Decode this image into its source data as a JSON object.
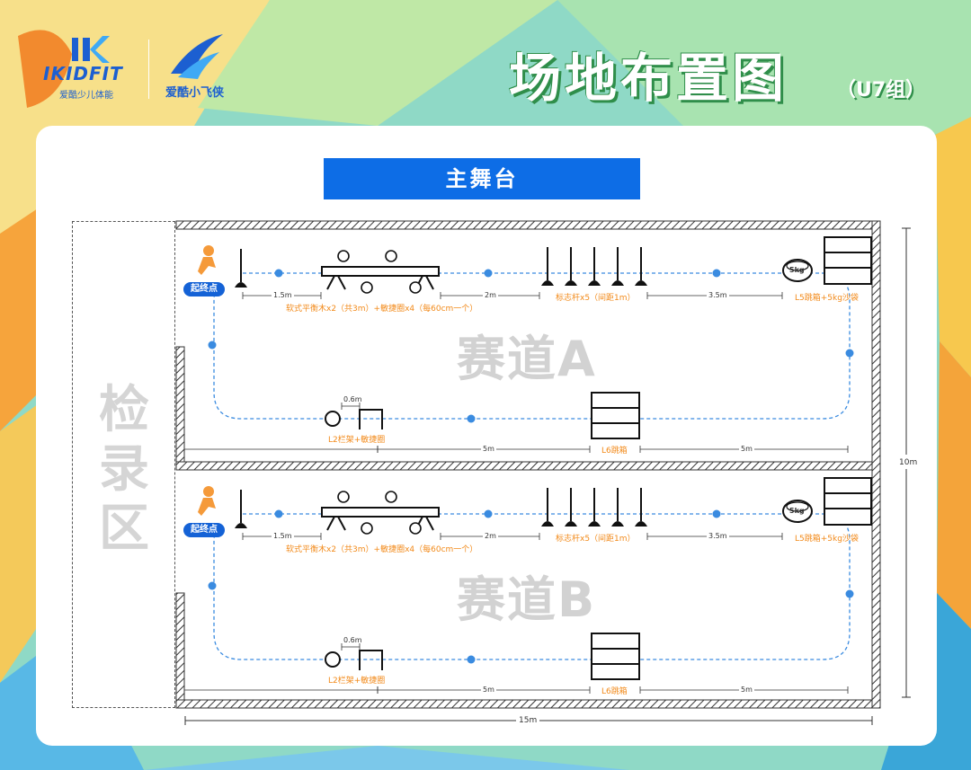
{
  "header": {
    "logo_text": "IKIDFIT",
    "logo_sub": "爱酷少儿体能",
    "logo2_sub": "爱酷小飞侠",
    "title": "场地布置图",
    "subtitle": "（U7组）"
  },
  "stage_label": "主舞台",
  "checkin_label": "检录区",
  "field": {
    "width_label": "15m",
    "height_label": "10m"
  },
  "tracks": [
    {
      "name": "赛道A",
      "start": "起终点",
      "balance_label": "软式平衡木x2（共3m）+敏捷圈x4（每60cm一个）",
      "pole_label": "标志杆x5（间距1m）",
      "box_label": "L5跳箱+5kg沙袋",
      "sandbag": "5kg",
      "hurdle_label": "L2栏架+敏捷圈",
      "box2_label": "L6跳箱",
      "dist_1": "1.5m",
      "dist_2": "2m",
      "dist_3": "3.5m",
      "dist_h": "0.6m",
      "dist_4": "5m",
      "dist_5": "5m"
    },
    {
      "name": "赛道B",
      "start": "起终点",
      "balance_label": "软式平衡木x2（共3m）+敏捷圈x4（每60cm一个）",
      "pole_label": "标志杆x5（间距1m）",
      "box_label": "L5跳箱+5kg沙袋",
      "sandbag": "5kg",
      "hurdle_label": "L2栏架+敏捷圈",
      "box2_label": "L6跳箱",
      "dist_1": "1.5m",
      "dist_2": "2m",
      "dist_3": "3.5m",
      "dist_h": "0.6m",
      "dist_4": "5m",
      "dist_5": "5m"
    }
  ],
  "colors": {
    "accent": "#0d6de6",
    "route": "#3a8be0",
    "label": "#f28a1a"
  }
}
